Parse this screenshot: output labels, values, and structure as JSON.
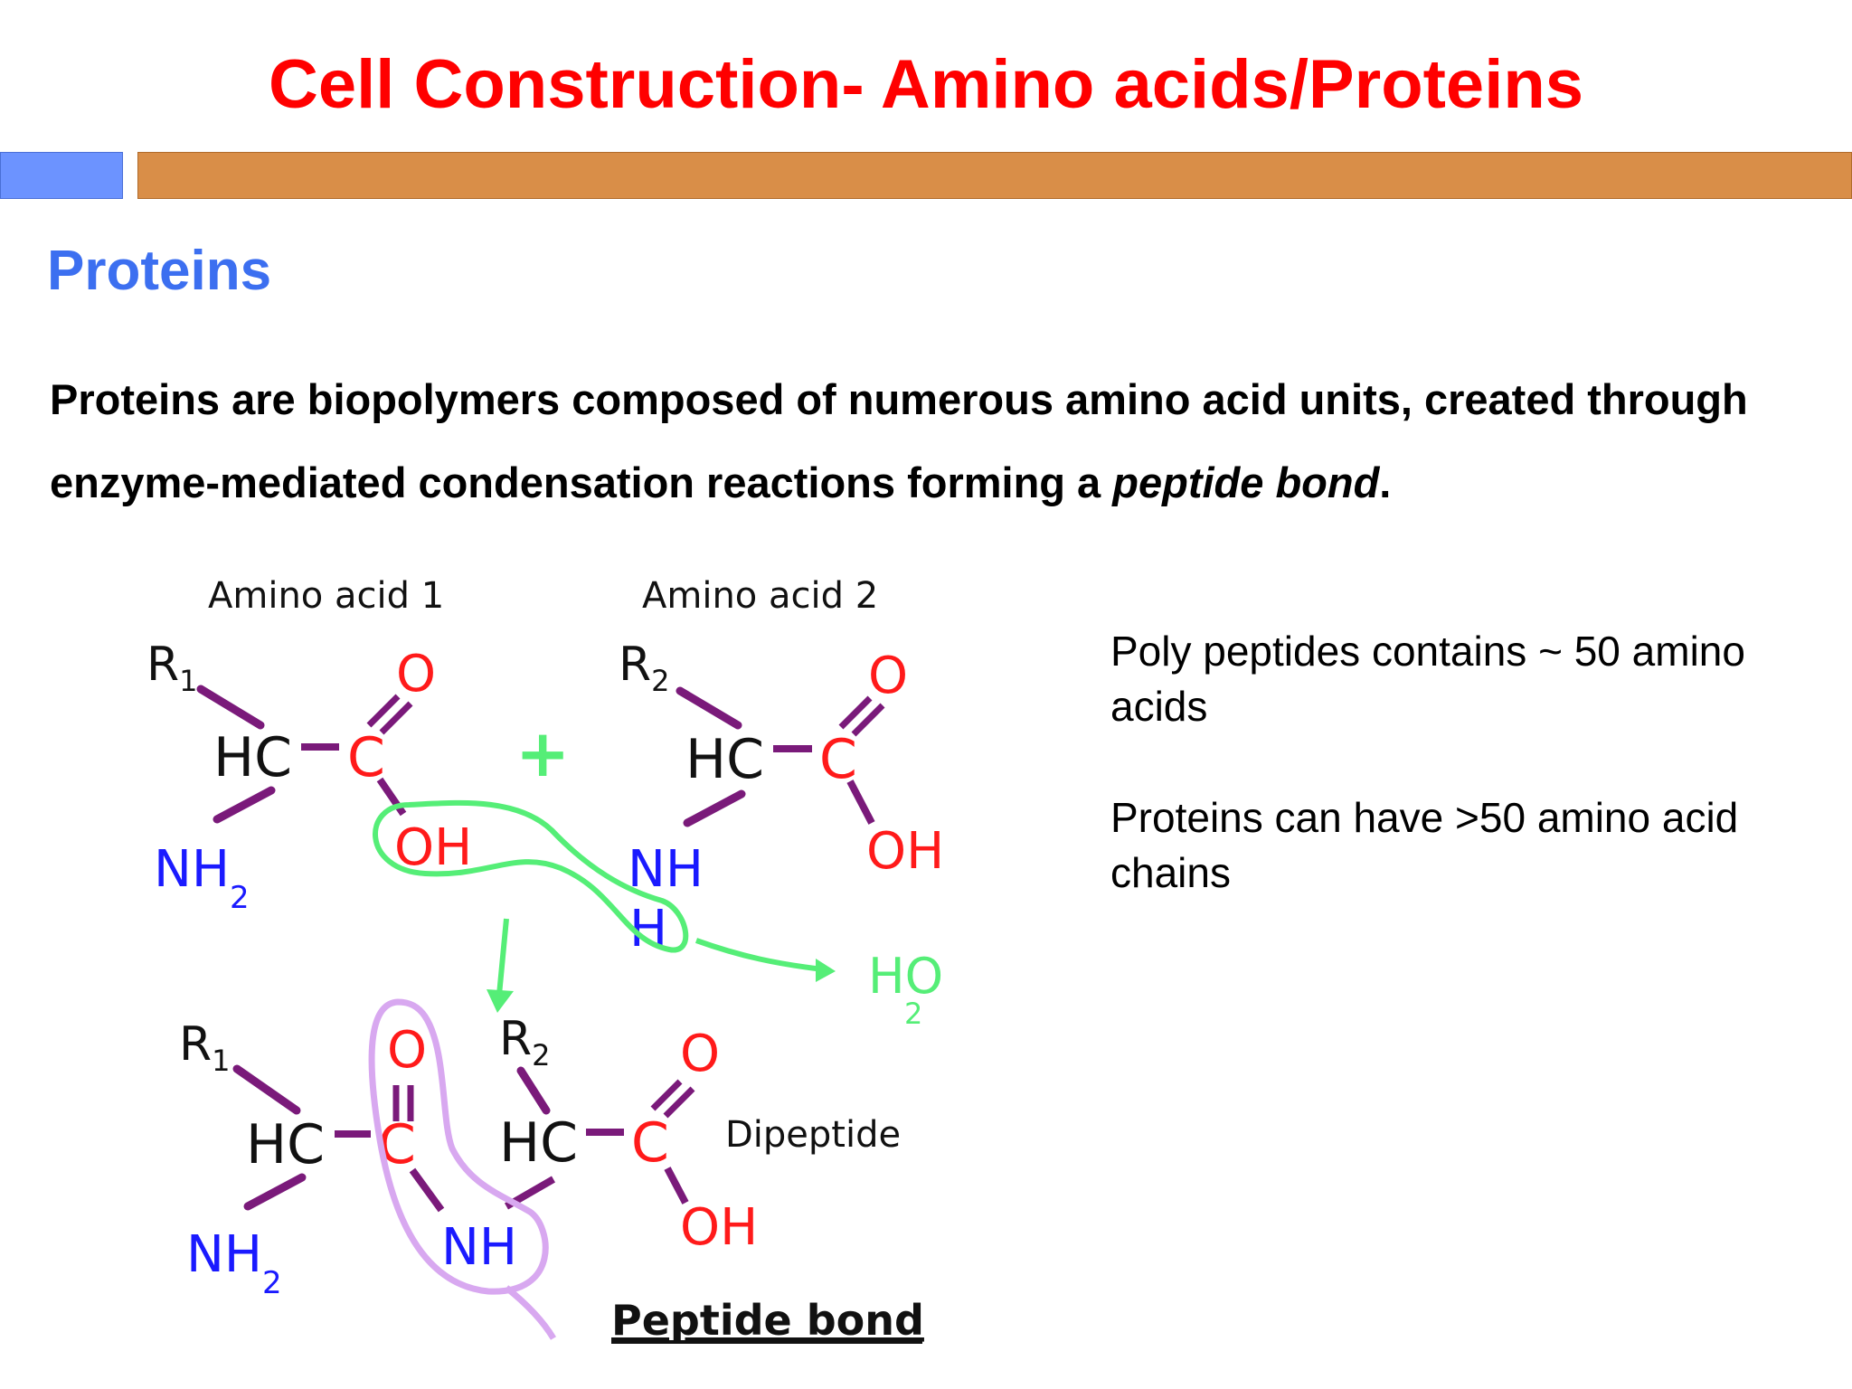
{
  "slide": {
    "title": "Cell Construction- Amino acids/Proteins",
    "subtitle": "Proteins",
    "intro": {
      "part1": "Proteins are biopolymers composed of numerous amino acid units, created through enzyme-mediated condensation reactions forming a ",
      "emphasis": "peptide bond",
      "part2": "."
    },
    "notes": [
      "Poly peptides contains ~ 50 amino acids",
      "Proteins can have >50 amino acid chains"
    ]
  },
  "diagram": {
    "amino_acid_1": "Amino acid 1",
    "amino_acid_2": "Amino acid 2",
    "r1": "R",
    "r1_sub": "1",
    "r2": "R",
    "r2_sub": "2",
    "hc": "HC",
    "c": "C",
    "o": "O",
    "oh": "OH",
    "nh2": "NH",
    "nh2_sub": "2",
    "nh": "NH",
    "h": "H",
    "plus": "+",
    "water": "HO",
    "water_sub": "2",
    "dipeptide": "Dipeptide",
    "peptide_bond": "Peptide bond",
    "colors": {
      "bond": "#7a1a7a",
      "carbon_oxygen": "#ff1a1a",
      "nitrogen": "#1a1aff",
      "water": "#55ee77",
      "highlight": "#d8a8f0"
    }
  }
}
